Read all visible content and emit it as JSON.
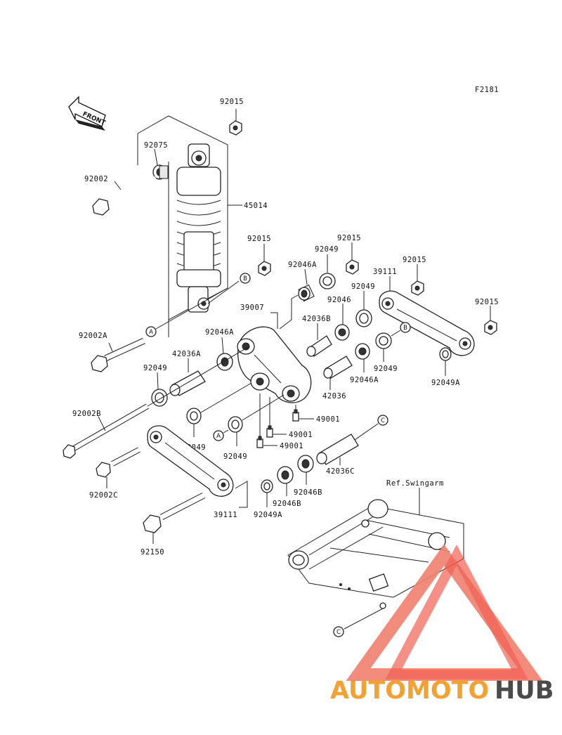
{
  "figure_code": "F2181",
  "front_label": "FRONT",
  "ref_label": "Ref.Swingarm",
  "ref_markers": {
    "a": "A",
    "b": "B",
    "c": "C"
  },
  "part_numbers": {
    "nut_top": "92015",
    "collar_top": "92075",
    "bolt_top": "92002",
    "shock": "45014",
    "nut_mid": "92015",
    "bolt_a": "92002A",
    "seal_upper": "92049",
    "bearing_a_upper": "92046A",
    "nut_upper_center": "92015",
    "rod_right": "39111",
    "nut_rod_right": "92015",
    "arm": "39007",
    "sleeve_b": "42036B",
    "bearing_mid": "92046",
    "seal_mid_right": "92049",
    "nut_far_right": "92015",
    "bearing_a_left": "92046A",
    "sleeve_a": "42036A",
    "seal_right_lower": "92049",
    "seal_far_right": "92049A",
    "seal_left": "92049",
    "sleeve": "42036",
    "bearing_a_lower": "92046A",
    "bolt_b": "92002B",
    "fitting_1": "49001",
    "fitting_2": "49001",
    "fitting_3": "49001",
    "seal_left2": "92049",
    "seal_center": "92049",
    "bolt_c": "92002C",
    "sleeve_c": "42036C",
    "bearing_b_right": "92046B",
    "bearing_b_left": "92046B",
    "rod_left": "39111",
    "seal_lower": "92049A",
    "bolt_bottom": "92150"
  },
  "watermark": {
    "part1": "AUTOMOTO",
    "part2": "HUB"
  },
  "colors": {
    "watermark_red": "#e23a32",
    "watermark_orange": "#f2a233",
    "watermark_grey": "#4a4a4a"
  }
}
